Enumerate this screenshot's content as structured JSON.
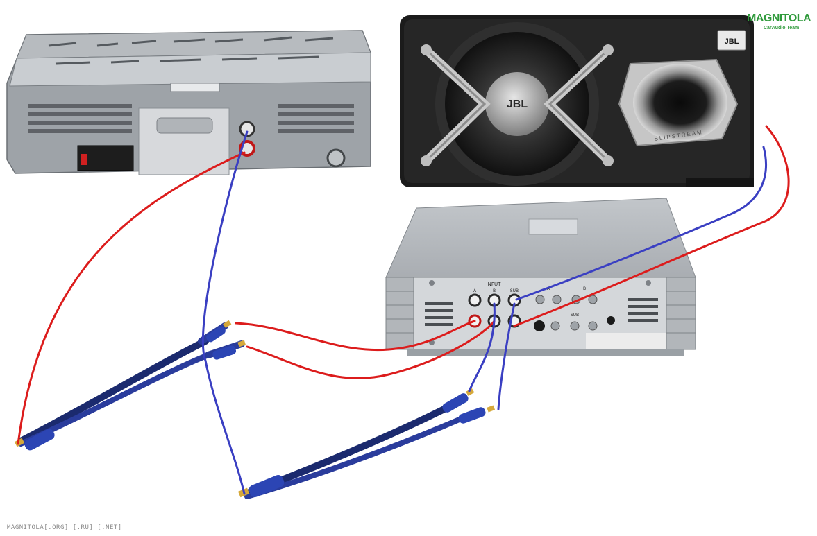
{
  "logo": {
    "main": "MAGNITOLA",
    "sub": "CarAudio Team"
  },
  "subwoofer": {
    "brand_badge": "JBL",
    "cone_badge": "JBL",
    "port_text": "SLIPSTREAM"
  },
  "amplifier": {
    "input_label": "INPUT",
    "input_channels": [
      "A",
      "B",
      "SUB"
    ],
    "sub_label": "SUB",
    "channel_labels": [
      "A",
      "B"
    ]
  },
  "footer": {
    "text": "MAGNITOLA[.ORG] [.RU] [.NET]"
  },
  "colors": {
    "red_wire": "#dc1c1c",
    "blue_wire": "#3a3fc2",
    "rca_body": "#2a3c9c",
    "rca_tip": "#d6a93a"
  }
}
